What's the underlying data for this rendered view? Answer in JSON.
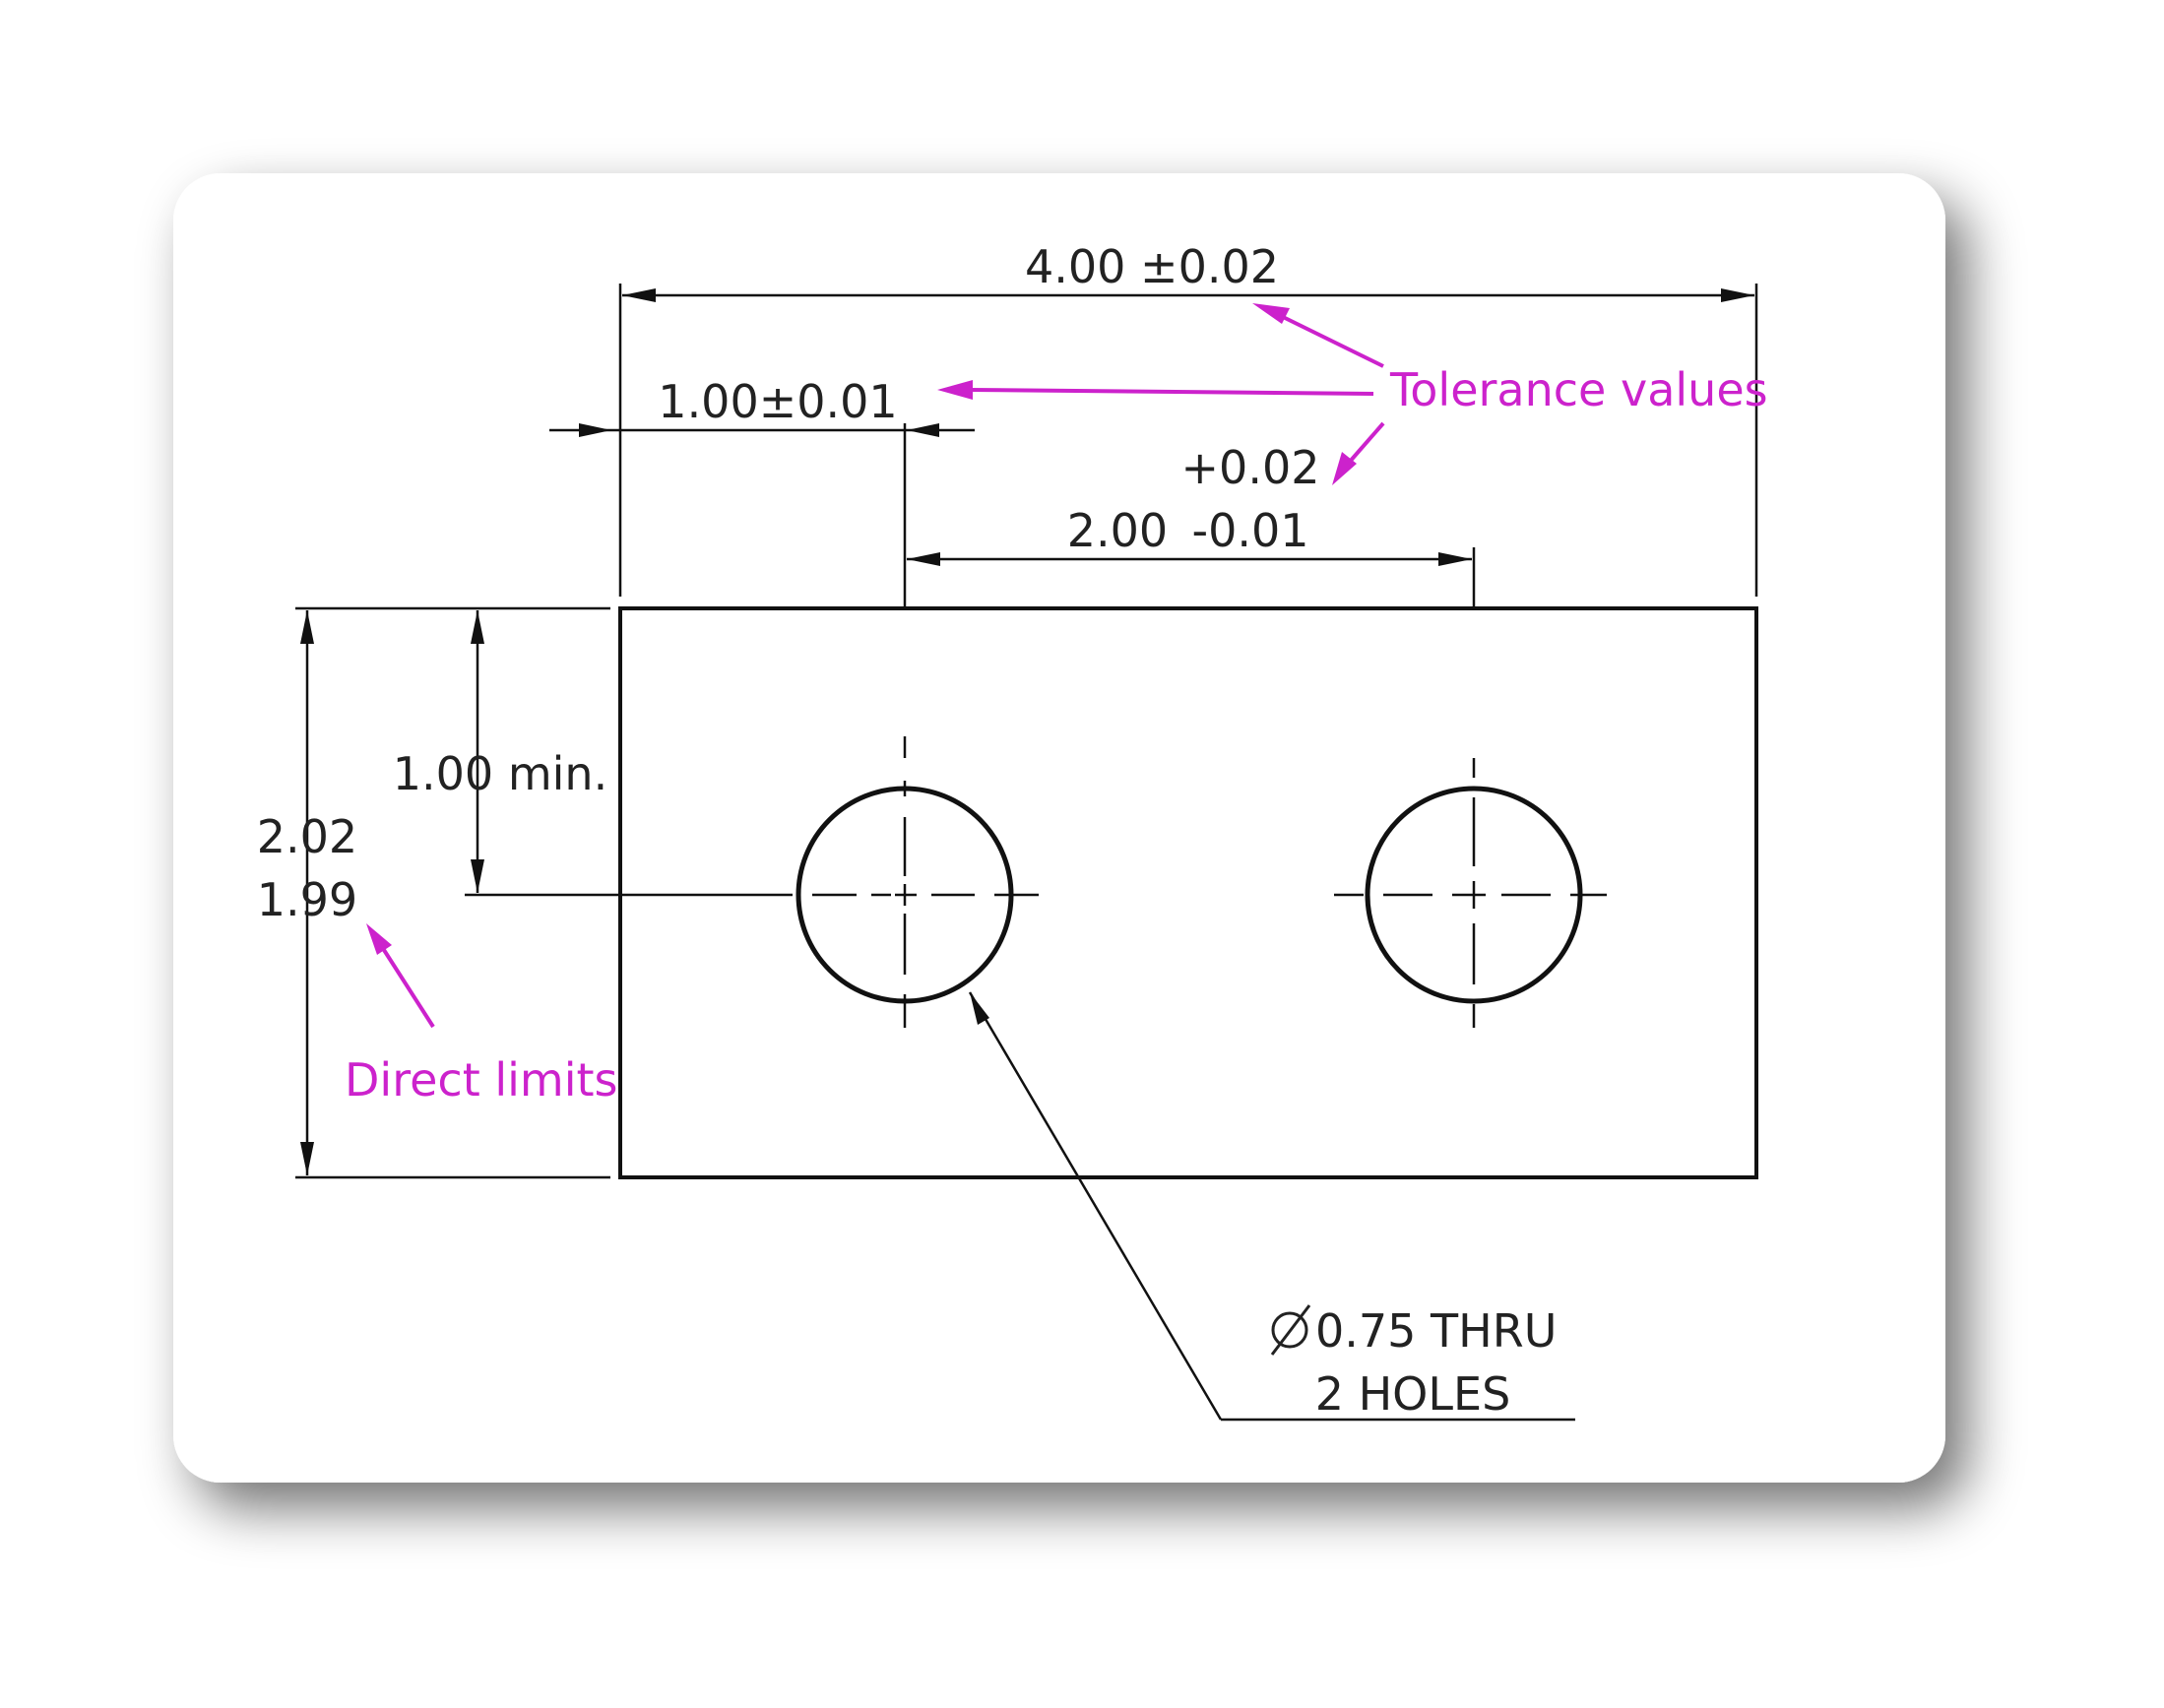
{
  "dimensions": {
    "overall_length": "4.00 ±0.02",
    "edge_to_hole": "1.00±0.01",
    "hole_spacing": {
      "value": "2.00",
      "upper": "+0.02",
      "lower": "-0.01"
    },
    "hole_height": "1.00 min.",
    "overall_height": {
      "upper_limit": "2.02",
      "lower_limit": "1.99"
    }
  },
  "callout": {
    "line1": "0.75 THRU",
    "line2": "2 HOLES",
    "symbol": "diameter-icon"
  },
  "annotations": {
    "tolerance": "Tolerance values",
    "limits": "Direct limits",
    "color": "#cc22cc"
  },
  "colors": {
    "line": "#111111",
    "text": "#222222",
    "card": "#ffffff"
  }
}
